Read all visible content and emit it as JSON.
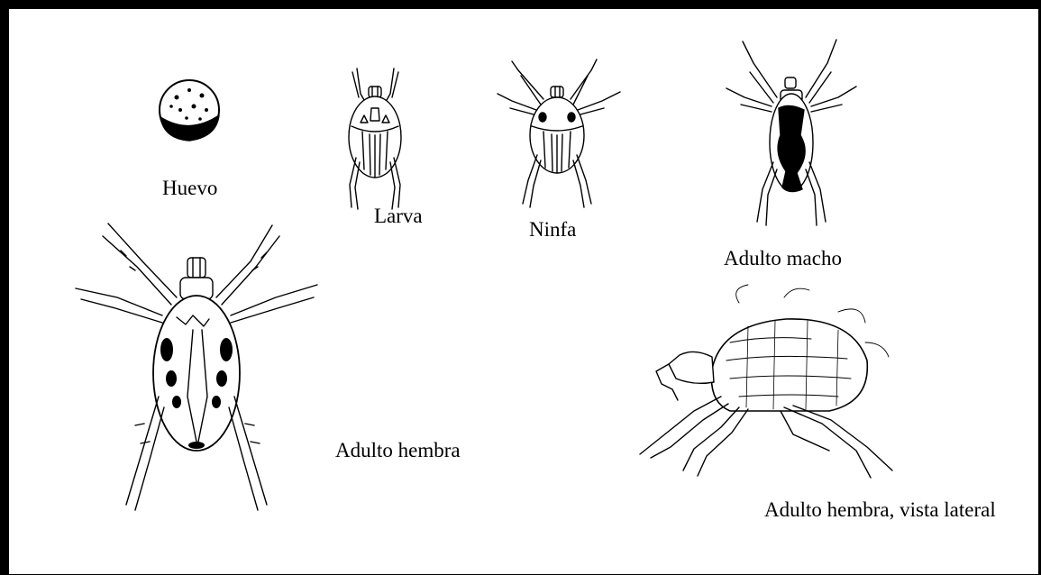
{
  "stages": [
    {
      "id": "huevo",
      "label": "Huevo"
    },
    {
      "id": "larva",
      "label": "Larva"
    },
    {
      "id": "ninfa",
      "label": "Ninfa"
    },
    {
      "id": "adulto_macho",
      "label": "Adulto macho"
    },
    {
      "id": "adulto_hembra",
      "label": "Adulto hembra"
    },
    {
      "id": "adulto_hembra_lateral",
      "label": "Adulto hembra, vista lateral"
    }
  ]
}
